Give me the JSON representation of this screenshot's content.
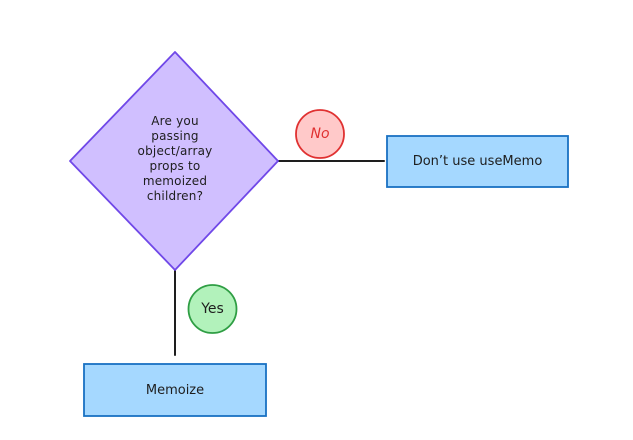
{
  "diagram": {
    "decision": {
      "text": "Are you\npassing\nobject/array\nprops to\nmemoized\nchildren?",
      "fill": "#d0bfff",
      "stroke": "#7048e8"
    },
    "no_badge": {
      "text": "No",
      "fill": "#ffc9c9",
      "stroke": "#e03131"
    },
    "yes_badge": {
      "text": "Yes",
      "fill": "#b2f2bb",
      "stroke": "#2f9e44"
    },
    "dont_use_box": {
      "text": "Don’t use useMemo",
      "fill": "#a5d8ff",
      "stroke": "#1971c2"
    },
    "memoize_box": {
      "text": "Memoize",
      "fill": "#a5d8ff",
      "stroke": "#1971c2"
    },
    "connector_color": "#1e1e1e"
  }
}
